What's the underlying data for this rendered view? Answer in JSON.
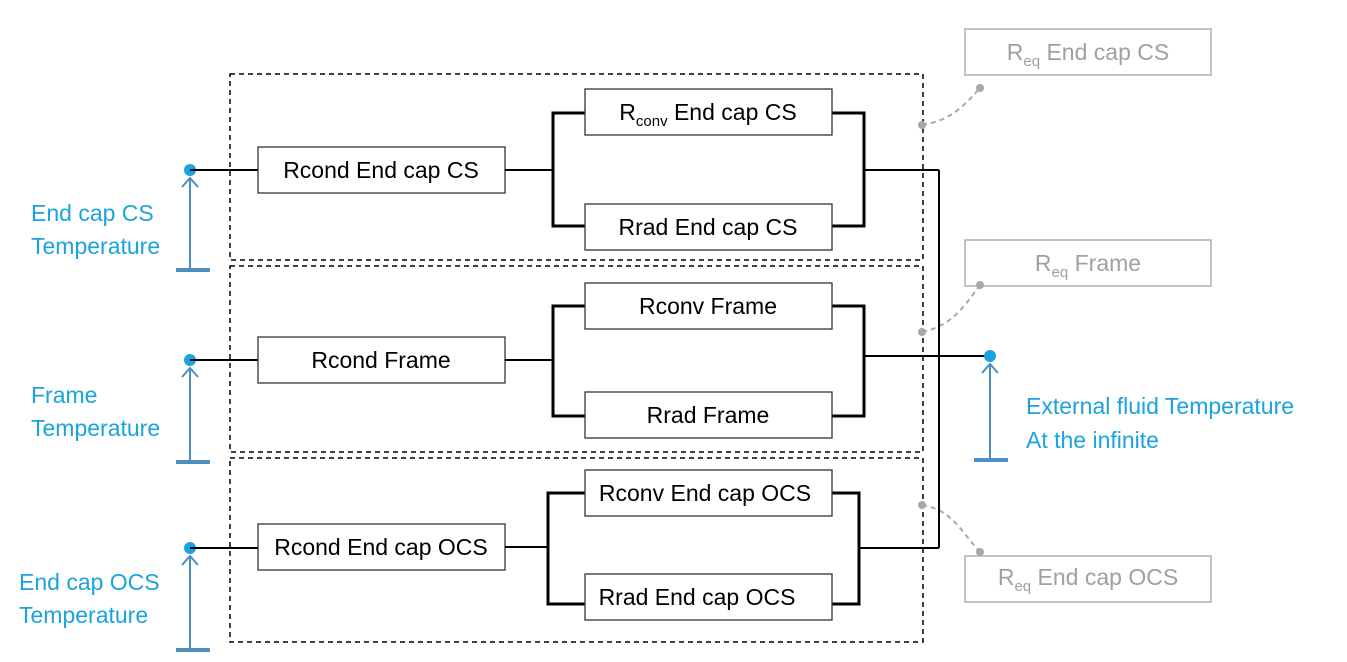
{
  "groups": [
    {
      "cond": "Rcond End cap CS",
      "conv": {
        "main": "R",
        "sub": "conv",
        "rest": " End cap CS"
      },
      "rad": "Rrad End cap CS",
      "temp": [
        "End cap CS",
        "Temperature"
      ],
      "req": {
        "main": "R",
        "sub": "eq",
        "rest": " End cap CS"
      }
    },
    {
      "cond": "Rcond Frame",
      "conv": {
        "main": "Rconv Frame",
        "sub": "",
        "rest": ""
      },
      "rad": "Rrad Frame",
      "temp": [
        "Frame",
        "Temperature"
      ],
      "req": {
        "main": "R",
        "sub": "eq",
        "rest": " Frame"
      }
    },
    {
      "cond": "Rcond End cap OCS",
      "conv": {
        "main": "Rconv End cap OCS",
        "sub": "",
        "rest": ""
      },
      "rad": "Rrad End cap OCS",
      "temp": [
        "End cap OCS",
        "Temperature"
      ],
      "req": {
        "main": "R",
        "sub": "eq",
        "rest": " End cap OCS"
      }
    }
  ],
  "external": [
    "External fluid Temperature",
    "At the infinite"
  ],
  "colors": {
    "temperature": "#1aa3dd",
    "equivalent": "#a0a0a0",
    "line": "#000000"
  }
}
